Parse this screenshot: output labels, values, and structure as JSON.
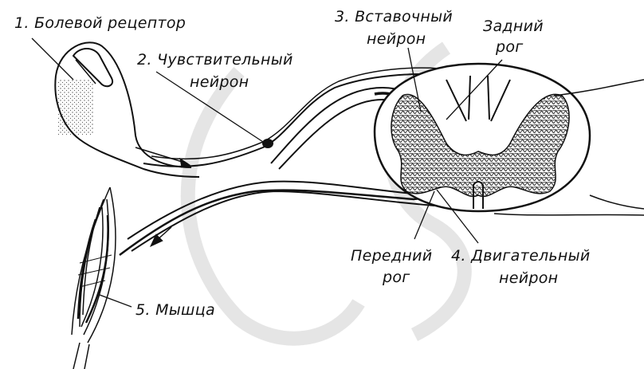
{
  "labels": {
    "pain_receptor": "1. Болевой рецептор",
    "sensory_neuron_line1": "2. Чувствительный",
    "sensory_neuron_line2": "нейрон",
    "interneuron_line1": "3. Вставочный",
    "interneuron_line2": "нейрон",
    "posterior_horn_line1": "Задний",
    "posterior_horn_line2": "рог",
    "anterior_horn_line1": "Передний",
    "anterior_horn_line2": "рог",
    "motor_neuron_line1": "4. Двигательный",
    "motor_neuron_line2": "нейрон",
    "muscle": "5. Мышца"
  }
}
